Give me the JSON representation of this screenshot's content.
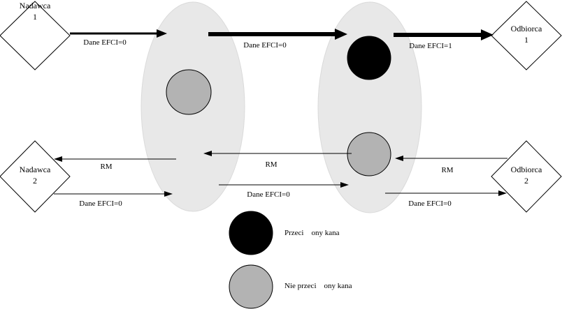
{
  "nodes": {
    "sender1": {
      "name": "Nadawca",
      "number": "1"
    },
    "receiver1": {
      "name": "Odbiorca",
      "number": "1"
    },
    "sender2": {
      "name": "Nadawca",
      "number": "2"
    },
    "receiver2": {
      "name": "Odbiorca",
      "number": "2"
    }
  },
  "flows": {
    "top_left_label": "Dane EFCI=0",
    "top_middle_label": "Dane EFCI=0",
    "top_right_label": "Dane EFCI=1",
    "rm_left_label": "RM",
    "rm_middle_label": "RM",
    "rm_right_label": "RM",
    "bottom_left_label": "Dane EFCI=0",
    "bottom_middle_label": "Dane EFCI=0",
    "bottom_right_label": "Dane EFCI=0"
  },
  "legend": {
    "congested_label": "Przeci    ony kana",
    "uncongested_label": "Nie przeci    ony kana"
  },
  "colors": {
    "switch_fill": "#e8e8e8",
    "switch_edge": "#dadada",
    "uncongested_fill": "#b3b3b3",
    "congested_fill": "#000000"
  }
}
